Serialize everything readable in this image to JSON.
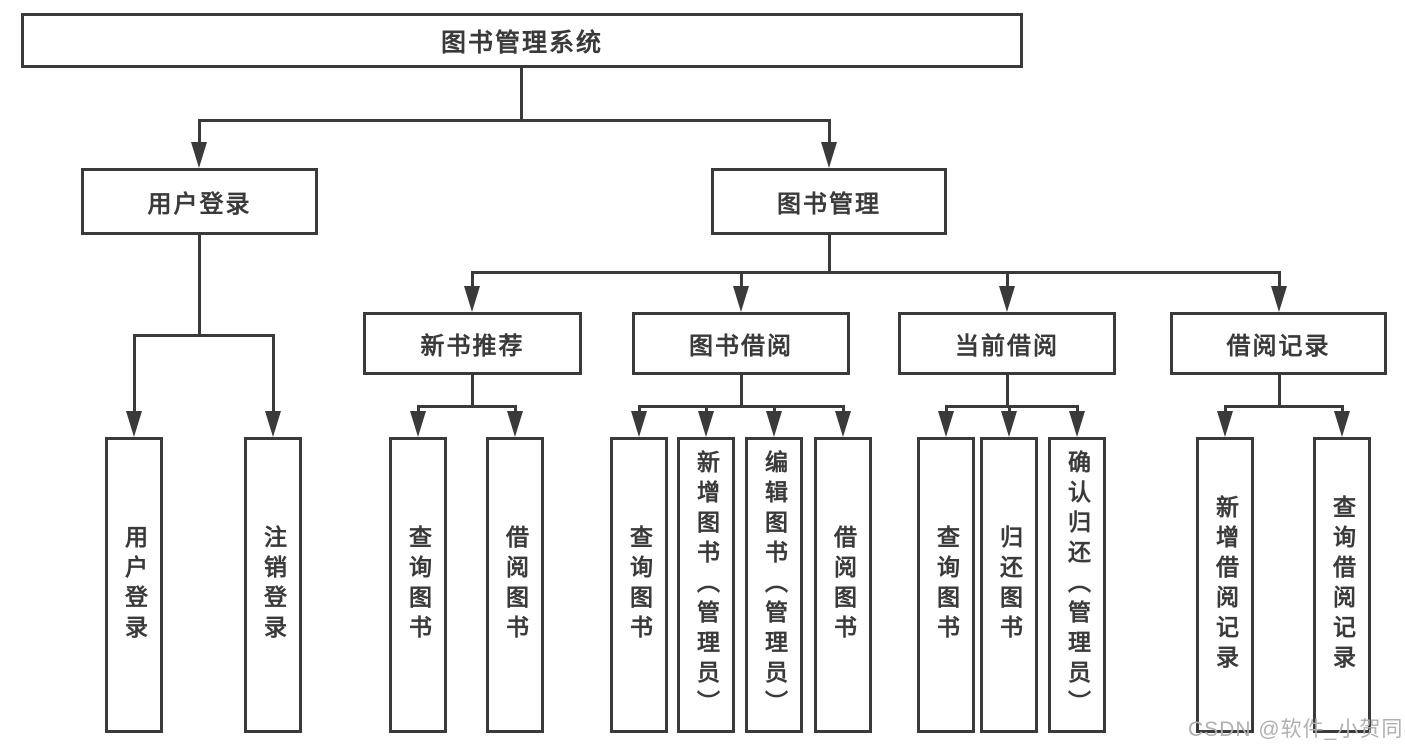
{
  "root": {
    "label": "图书管理系统"
  },
  "branches": {
    "user_login": {
      "label": "用户登录",
      "children": {
        "login": {
          "label": "用户登录"
        },
        "logout": {
          "label": "注销登录"
        }
      }
    },
    "book_mgmt": {
      "label": "图书管理",
      "children": {
        "new_book": {
          "label": "新书推荐",
          "children": {
            "query": {
              "label": "查询图书"
            },
            "borrow": {
              "label": "借阅图书"
            }
          }
        },
        "borrow": {
          "label": "图书借阅",
          "children": {
            "query": {
              "label": "查询图书"
            },
            "add": {
              "label": "新增图书（管理员）"
            },
            "edit": {
              "label": "编辑图书（管理员）"
            },
            "borrow": {
              "label": "借阅图书"
            }
          }
        },
        "current": {
          "label": "当前借阅",
          "children": {
            "query": {
              "label": "查询图书"
            },
            "return": {
              "label": "归还图书"
            },
            "confirm": {
              "label": "确认归还（管理员）"
            }
          }
        },
        "records": {
          "label": "借阅记录",
          "children": {
            "add": {
              "label": "新增借阅记录"
            },
            "query": {
              "label": "查询借阅记录"
            }
          }
        }
      }
    }
  },
  "watermark": {
    "text": "CSDN @软件_小贺同学"
  },
  "colors": {
    "line": "#3a3a3a",
    "text": "#3a3a3a",
    "watermark": "#b0b0b0",
    "background": "#ffffff"
  }
}
